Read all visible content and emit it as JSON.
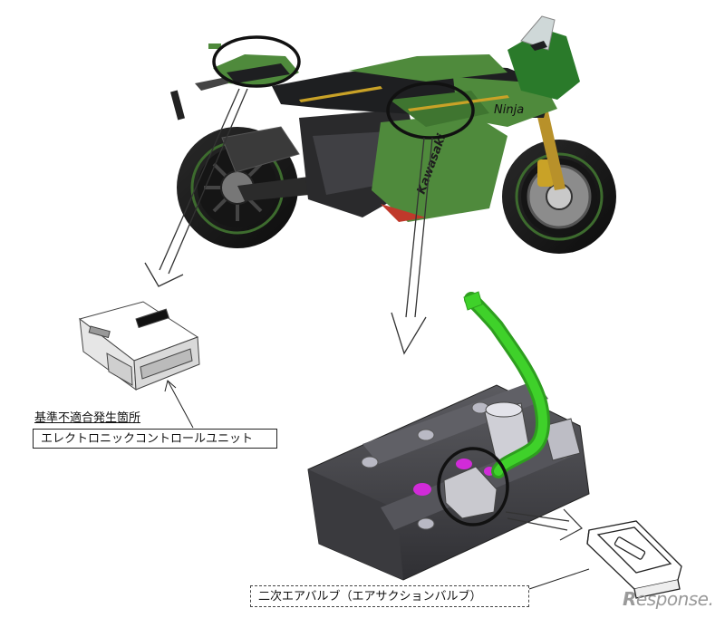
{
  "labels": {
    "nonconformity_heading": "基準不適合発生箇所",
    "ecu_name": "エレクトロニックコントロールユニット",
    "secondary_air_valve": "二次エアバルブ（エアサクションバルブ）"
  },
  "bike_decal": {
    "brand": "Ninja",
    "maker": "Kawasaki"
  },
  "watermark": {
    "first_letter": "R",
    "rest": "esponse."
  },
  "colors": {
    "kawasaki_green": "#4f8a3c",
    "bike_black": "#1e1f21",
    "hose_green": "#3fd12a",
    "accent_magenta": "#d12bd8",
    "engine_cover": "#4a4a4e"
  }
}
